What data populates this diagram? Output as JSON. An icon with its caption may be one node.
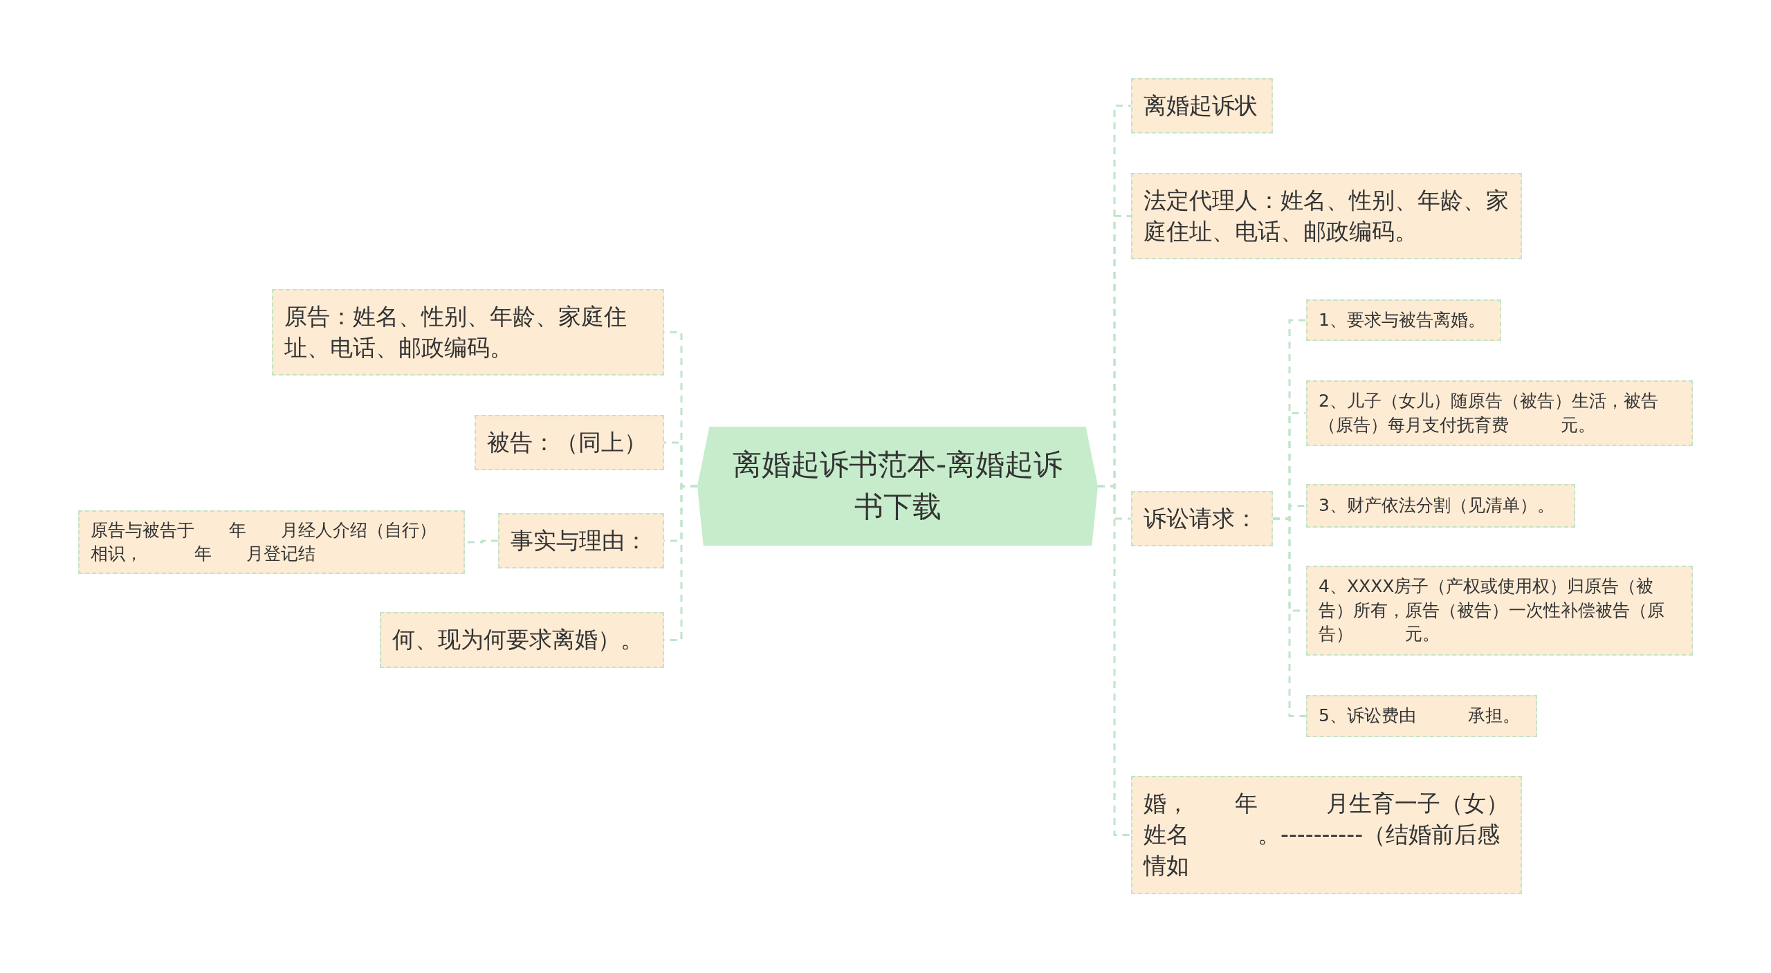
{
  "diagram": {
    "nodes": [
      {
        "text": [
          "离婚起诉书范本-离婚起诉书下载"
        ]
      },
      {
        "text": [
          "离婚起诉状"
        ]
      },
      {
        "text": [
          "法定代理人：姓名、性别、年龄、家庭住址、电话、邮政编码。"
        ]
      },
      {
        "text": [
          "诉讼请求："
        ]
      },
      {
        "text": [
          "1、要求与被告离婚。"
        ]
      },
      {
        "text": [
          "2、儿子（女儿）随原告（被告）生活，被告（原告）每月支付抚育费　　　元。"
        ]
      },
      {
        "text": [
          "3、财产依法分割（见清单）。"
        ]
      },
      {
        "text": [
          "4、XXXX房子（产权或使用权）归原告（被告）所有，原告（被告）一次性补偿被告（原告）　　　元。"
        ]
      },
      {
        "text": [
          "5、诉讼费由　　　承担。"
        ]
      },
      {
        "text": [
          "婚，　　年　　　月生育一子（女）姓名　　　。----------（结婚前后感情如"
        ]
      },
      {
        "text": [
          "原告：姓名、性别、年龄、家庭住址、电话、邮政编码。"
        ]
      },
      {
        "text": [
          "被告：（同上）"
        ]
      },
      {
        "text": [
          "事实与理由："
        ]
      },
      {
        "text": [
          "原告与被告于　　年　　月经人介绍（自行）相识，　　　年　　月登记结"
        ]
      },
      {
        "text": [
          "何、现为何要求离婚）。"
        ]
      }
    ],
    "edges": [
      {
        "from": 0,
        "to": 1,
        "arrow": "none"
      },
      {
        "from": 0,
        "to": 2,
        "arrow": "none"
      },
      {
        "from": 0,
        "to": 3,
        "arrow": "none"
      },
      {
        "from": 3,
        "to": 4,
        "arrow": "none"
      },
      {
        "from": 3,
        "to": 5,
        "arrow": "none"
      },
      {
        "from": 3,
        "to": 6,
        "arrow": "none"
      },
      {
        "from": 3,
        "to": 7,
        "arrow": "none"
      },
      {
        "from": 3,
        "to": 8,
        "arrow": "none"
      },
      {
        "from": 0,
        "to": 9,
        "arrow": "none"
      },
      {
        "from": 0,
        "to": 10,
        "arrow": "none"
      },
      {
        "from": 0,
        "to": 11,
        "arrow": "none"
      },
      {
        "from": 0,
        "to": 12,
        "arrow": "none"
      },
      {
        "from": 12,
        "to": 13,
        "arrow": "none"
      },
      {
        "from": 0,
        "to": 14,
        "arrow": "none"
      }
    ]
  }
}
